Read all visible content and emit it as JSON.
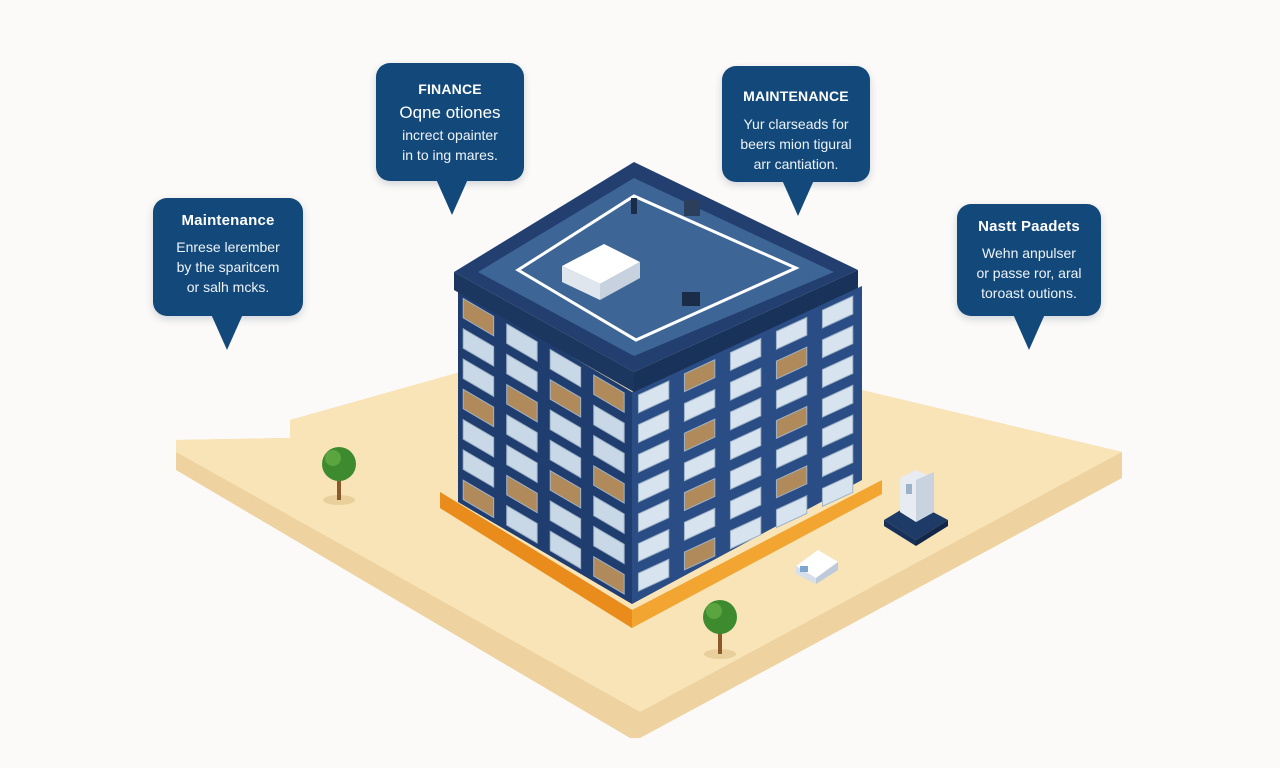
{
  "callouts": {
    "maintenance_left": {
      "title": "Maintenance",
      "lines": [
        "Enrese lerember",
        "by the sparitcem",
        "or salh mcks."
      ]
    },
    "finance": {
      "title": "FINANCE",
      "lines": [
        "Oqne otiones",
        "increct opainter",
        "in to ing mares."
      ]
    },
    "maintenance_right": {
      "title": "MAINTENANCE",
      "lines": [
        "Yur clarseads for",
        "beers mion tigural",
        "arr cantiation."
      ]
    },
    "nastt_paadets": {
      "title": "Nastt Paadets",
      "lines": [
        "Wehn anpulser",
        "or passe ror, aral",
        "toroast outions."
      ]
    }
  },
  "colors": {
    "callout_bg": "#13497a",
    "building_navy": "#1f3d6e",
    "ground": "#f7e2b4",
    "base_orange": "#f2a531"
  },
  "icons": [
    "tree-icon",
    "utility-box-icon",
    "monument-icon",
    "rooftop-unit-icon"
  ]
}
